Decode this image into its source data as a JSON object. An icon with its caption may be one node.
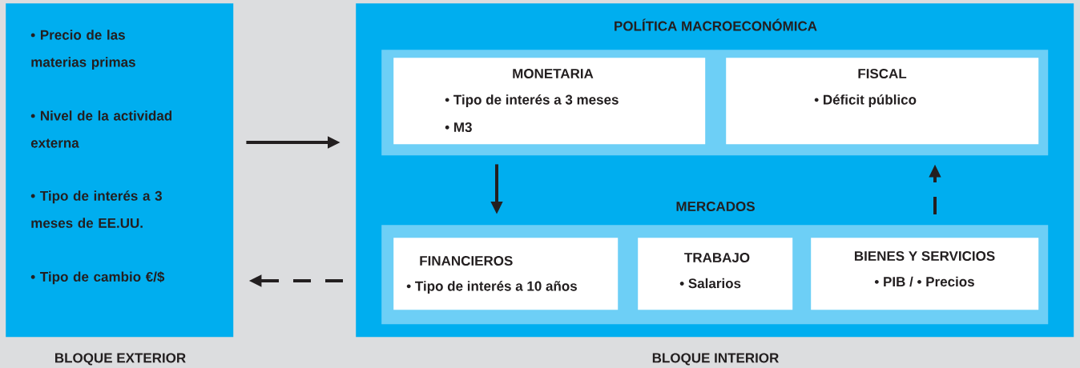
{
  "diagram": {
    "nodes": [
      {
        "text": [
          "• Precio de las materias primas",
          "• Nivel de la actividad externa",
          "• Tipo de interés a 3 meses de EE.UU.",
          "• Tipo de cambio €/$"
        ],
        "beside": [
          "BLOQUE EXTERIOR"
        ]
      },
      {
        "text": [
          "POLÍTICA MACROECONÓMICA"
        ],
        "beside": [
          "BLOQUE INTERIOR"
        ]
      },
      {
        "text": [],
        "shape": "box",
        "in": 1
      },
      {
        "text": [
          "MONETARIA",
          "• Tipo de interés a 3 meses",
          "• M3"
        ],
        "in": 2
      },
      {
        "text": [
          "FISCAL",
          "• Déficit público"
        ],
        "in": 2
      },
      {
        "text": [
          "MERCADOS"
        ],
        "in": 1
      },
      {
        "text": [
          "FINANCIEROS",
          "• Tipo de interés a 10 años"
        ],
        "in": 5
      },
      {
        "text": [
          "TRABAJO",
          "• Salarios"
        ],
        "in": 5
      },
      {
        "text": [
          "BIENES Y SERVICIOS",
          "• PIB  /  • Precios"
        ],
        "in": 5
      }
    ],
    "edges": [
      {
        "from": 0,
        "to": 1,
        "arrow": "to"
      },
      {
        "from": 1,
        "to": 0,
        "arrow": "to",
        "style": "dashed"
      },
      {
        "from": 2,
        "to": 5,
        "arrow": "to"
      },
      {
        "from": 5,
        "to": 2,
        "arrow": "to",
        "style": "dashed"
      }
    ]
  }
}
